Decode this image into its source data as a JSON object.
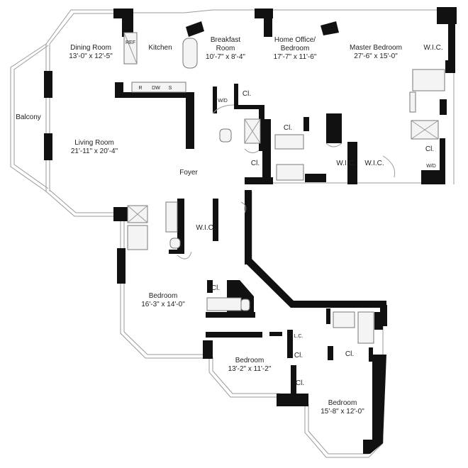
{
  "rooms": [
    {
      "id": "dining-room",
      "name": "Dining Room",
      "dims": "13'-0\" x 12'-5\""
    },
    {
      "id": "kitchen",
      "name": "Kitchen",
      "dims": ""
    },
    {
      "id": "breakfast-room",
      "name": "Breakfast",
      "name2": "Room",
      "dims": "10'-7\" x 8'-4\""
    },
    {
      "id": "home-office",
      "name": "Home Office/",
      "name2": "Bedroom",
      "dims": "17'-7\" x 11'-6\""
    },
    {
      "id": "master-bedroom",
      "name": "Master Bedroom",
      "dims": "27'-6\" x 15'-0\""
    },
    {
      "id": "living-room",
      "name": "Living Room",
      "dims": "21'-11\" x 20'-4\""
    },
    {
      "id": "foyer",
      "name": "Foyer",
      "dims": ""
    },
    {
      "id": "balcony",
      "name": "Balcony",
      "dims": ""
    },
    {
      "id": "bedroom-1",
      "name": "Bedroom",
      "dims": "16'-3\" x 14'-0\""
    },
    {
      "id": "bedroom-2",
      "name": "Bedroom",
      "dims": "13'-2\" x 11'-2\""
    },
    {
      "id": "bedroom-3",
      "name": "Bedroom",
      "dims": "15'-8\" x 12'-0\""
    }
  ],
  "small_labels": {
    "ref": "REF",
    "r": "R",
    "dw": "DW",
    "s": "S",
    "wd": "W/D",
    "cl": "Cl.",
    "wic": "W.I.C.",
    "lc": "L.C."
  }
}
